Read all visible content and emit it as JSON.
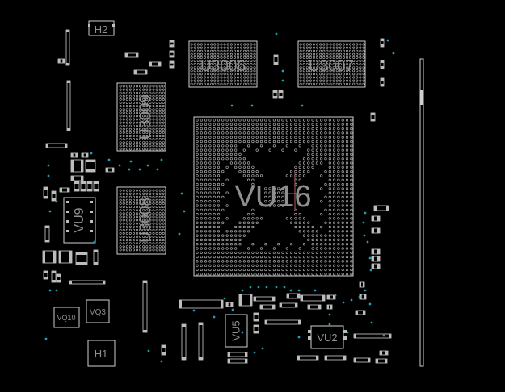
{
  "labels": {
    "h2": "H2",
    "h1": "H1",
    "u3006": "U3006",
    "u3007": "U3007",
    "u3009": "U3009",
    "u3008": "U3008",
    "vu16": "VU16",
    "vu9": "VU9",
    "vu5": "VU5",
    "vu2": "VU2",
    "vq3": "VQ3",
    "vq10": "VQ10"
  },
  "colors": {
    "background": "#000000",
    "outline": "#cfcfcf",
    "pad": "#bdbdbd",
    "label": "#8f8f8f",
    "via": "#1f9fb0",
    "highlight": "#b06060"
  }
}
